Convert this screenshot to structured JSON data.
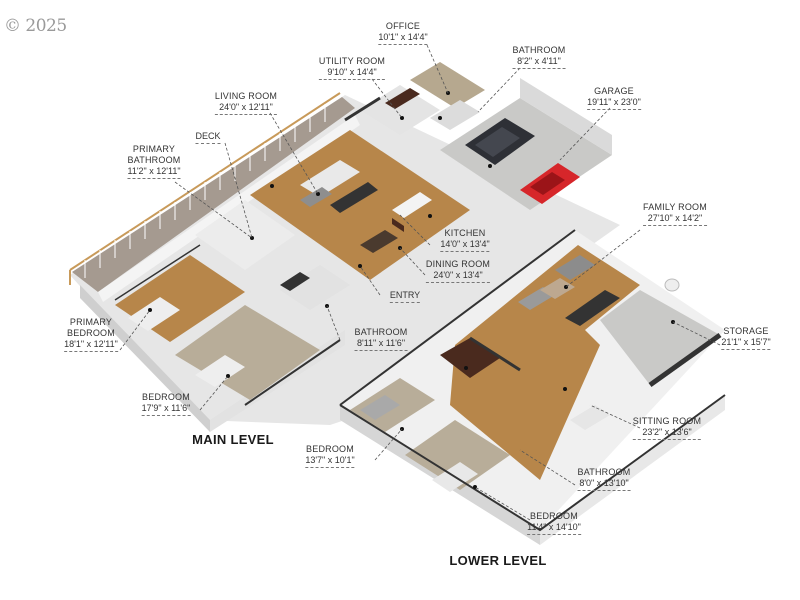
{
  "copyright": "© 2025",
  "levels": {
    "main": {
      "title": "MAIN LEVEL",
      "rooms": [
        {
          "name": "OFFICE",
          "dimensions": "10'1\" x 14'4\""
        },
        {
          "name": "BATHROOM",
          "dimensions": "8'2\" x 4'11\""
        },
        {
          "name": "UTILITY ROOM",
          "dimensions": "9'10\" x 14'4\""
        },
        {
          "name": "GARAGE",
          "dimensions": "19'11\" x 23'0\""
        },
        {
          "name": "LIVING ROOM",
          "dimensions": "24'0\" x 12'11\""
        },
        {
          "name": "DECK",
          "dimensions": ""
        },
        {
          "name": "PRIMARY BATHROOM",
          "name_line1": "PRIMARY",
          "name_line2": "BATHROOM",
          "dimensions": "11'2\" x 12'11\""
        },
        {
          "name": "KITCHEN",
          "dimensions": "14'0\" x 13'4\""
        },
        {
          "name": "DINING ROOM",
          "dimensions": "24'0\" x 13'4\""
        },
        {
          "name": "ENTRY",
          "dimensions": ""
        },
        {
          "name": "PRIMARY BEDROOM",
          "name_line1": "PRIMARY",
          "name_line2": "BEDROOM",
          "dimensions": "18'1\" x 12'11\""
        },
        {
          "name": "BATHROOM",
          "dimensions": "8'11\" x 11'6\""
        },
        {
          "name": "BEDROOM",
          "dimensions": "17'9\" x 11'6\""
        }
      ]
    },
    "lower": {
      "title": "LOWER LEVEL",
      "rooms": [
        {
          "name": "FAMILY ROOM",
          "dimensions": "27'10\" x 14'2\""
        },
        {
          "name": "STORAGE",
          "dimensions": "21'1\" x 15'7\""
        },
        {
          "name": "SITTING ROOM",
          "dimensions": "23'2\" x 13'6\""
        },
        {
          "name": "BEDROOM",
          "dimensions": "13'7\" x 10'1\""
        },
        {
          "name": "BATHROOM",
          "dimensions": "8'0\" x 13'10\""
        },
        {
          "name": "BEDROOM",
          "dimensions": "11'4\" x 14'10\""
        }
      ]
    }
  },
  "colors": {
    "wood_floor": "#b7864a",
    "carpet": "#b8ad99",
    "concrete": "#c9c9c7",
    "wall": "#f2f2f2",
    "wall_shadow": "#d9d9d9",
    "dark_accent": "#333333",
    "deck_wood": "#a4978c",
    "railing": "#c89a5a",
    "car_dark": "#2e3036",
    "car_red": "#d6262a",
    "dark_wood": "#4a2a1e"
  }
}
